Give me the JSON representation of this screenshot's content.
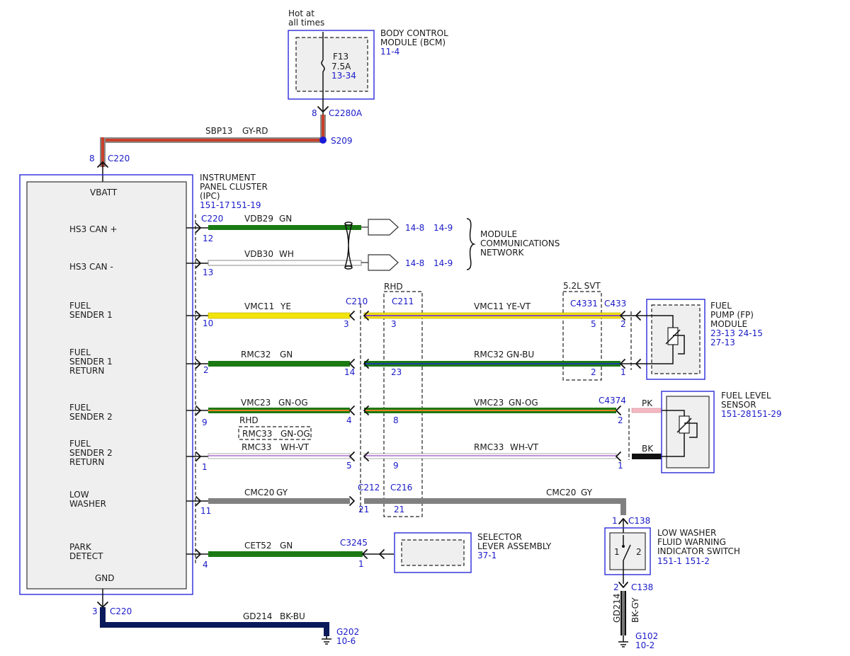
{
  "bcm": {
    "supply": "Hot at all times",
    "name_l1": "BODY CONTROL",
    "name_l2": "MODULE (BCM)",
    "ref": "11-4",
    "fuse": "F13",
    "fuse_rating": "7.5A",
    "fuse_ref": "13-34",
    "pin": "8",
    "connector": "C2280A"
  },
  "splice": "S209",
  "supply_wire": {
    "circuit": "SBP13",
    "color": "GY-RD"
  },
  "ipc": {
    "name_l1": "INSTRUMENT",
    "name_l2": "PANEL CLUSTER",
    "name_l3": "(IPC)",
    "ref1": "151-17",
    "ref2": "151-19",
    "vbatt": "VBATT",
    "gnd": "GND",
    "connector": "C220",
    "vbatt_pin": "8",
    "gnd_pin": "3",
    "pins": [
      {
        "l1": "HS3 CAN +",
        "l2": "",
        "l3": ""
      },
      {
        "l1": "HS3 CAN -",
        "l2": "",
        "l3": ""
      },
      {
        "l1": "FUEL",
        "l2": "SENDER 1",
        "l3": ""
      },
      {
        "l1": "FUEL",
        "l2": "SENDER 1",
        "l3": "RETURN"
      },
      {
        "l1": "FUEL",
        "l2": "SENDER 2",
        "l3": ""
      },
      {
        "l1": "FUEL",
        "l2": "SENDER 2",
        "l3": "RETURN"
      },
      {
        "l1": "LOW",
        "l2": "WASHER",
        "l3": ""
      },
      {
        "l1": "PARK",
        "l2": "DETECT",
        "l3": ""
      }
    ],
    "pin_numbers": [
      "12",
      "13",
      "10",
      "2",
      "9",
      "1",
      "11",
      "4"
    ]
  },
  "network": {
    "wires": [
      {
        "circuit": "VDB29",
        "color": "GN",
        "ref1": "14-8",
        "ref2": "14-9"
      },
      {
        "circuit": "VDB30",
        "color": "WH",
        "ref1": "14-8",
        "ref2": "14-9"
      }
    ],
    "label_l1": "MODULE",
    "label_l2": "COMMUNICATIONS",
    "label_l3": "NETWORK"
  },
  "connectors": {
    "c210": "C210",
    "c211": "C211",
    "rhd": "RHD",
    "c212": "C212",
    "c216": "C216",
    "c4331": "C4331",
    "c433": "C433",
    "svt": "5.2L SVT",
    "c4374": "C4374",
    "c3245": "C3245",
    "c138": "C138",
    "g202": "G202",
    "g202_ref": "10-6",
    "g102": "G102",
    "g102_ref": "10-2"
  },
  "wires": {
    "vmc11": {
      "circuit": "VMC11",
      "color": "YE",
      "circuit_b": "VMC11",
      "color_b": "YE-VT",
      "p1": "3",
      "p2": "3",
      "p3": "5",
      "p4": "2"
    },
    "rmc32": {
      "circuit": "RMC32",
      "color": "GN",
      "circuit_b": "RMC32",
      "color_b": "GN-BU",
      "p1": "14",
      "p2": "23",
      "p3": "2",
      "p4": "1"
    },
    "vmc23": {
      "circuit": "VMC23",
      "color": "GN-OG",
      "circuit_b": "VMC23",
      "color_b": "GN-OG",
      "p1": "4",
      "p2": "8",
      "p4": "2",
      "pk": "PK"
    },
    "rmc33": {
      "circuit": "RMC33",
      "color": "WH-VT",
      "circuit_b": "RMC33",
      "color_b": "WH-VT",
      "p1": "5",
      "p2": "9",
      "p4": "1",
      "bk": "BK",
      "rhd": "RHD",
      "alt_circuit": "RMC33",
      "alt_color": "GN-OG"
    },
    "cmc20": {
      "circuit": "CMC20",
      "color": "GY",
      "circuit_b": "CMC20",
      "color_b": "GY",
      "p1": "21",
      "p2": "21",
      "p4": "1"
    },
    "cet52": {
      "circuit": "CET52",
      "color": "GN",
      "p1": "1"
    },
    "gd214": {
      "circuit": "GD214",
      "color": "BK-BU"
    },
    "gd214b": {
      "circuit": "GD214",
      "color": "BK-GY",
      "pin": "2"
    }
  },
  "fp_module": {
    "l1": "FUEL",
    "l2": "PUMP (FP)",
    "l3": "MODULE",
    "ref1": "23-13",
    "ref2": "24-15",
    "ref3": "27-13"
  },
  "fuel_level": {
    "l1": "FUEL LEVEL",
    "l2": "SENSOR",
    "ref1": "151-28",
    "ref2": "151-29"
  },
  "selector": {
    "l1": "SELECTOR",
    "l2": "LEVER ASSEMBLY",
    "ref": "37-1"
  },
  "washer_switch": {
    "l1": "LOW WASHER",
    "l2": "FLUID WARNING",
    "l3": "INDICATOR SWITCH",
    "ref1": "151-1",
    "ref2": "151-2",
    "t1": "1",
    "t2": "2"
  },
  "colors": {
    "gn": "#1b7a14",
    "ye": "#f2e30a",
    "gy": "#808080",
    "bu": "#1b3fa8",
    "rd": "#c8402a",
    "navy": "#0a1a5a",
    "blue": "#1a1ac8",
    "pk": "#f5b8c4"
  }
}
